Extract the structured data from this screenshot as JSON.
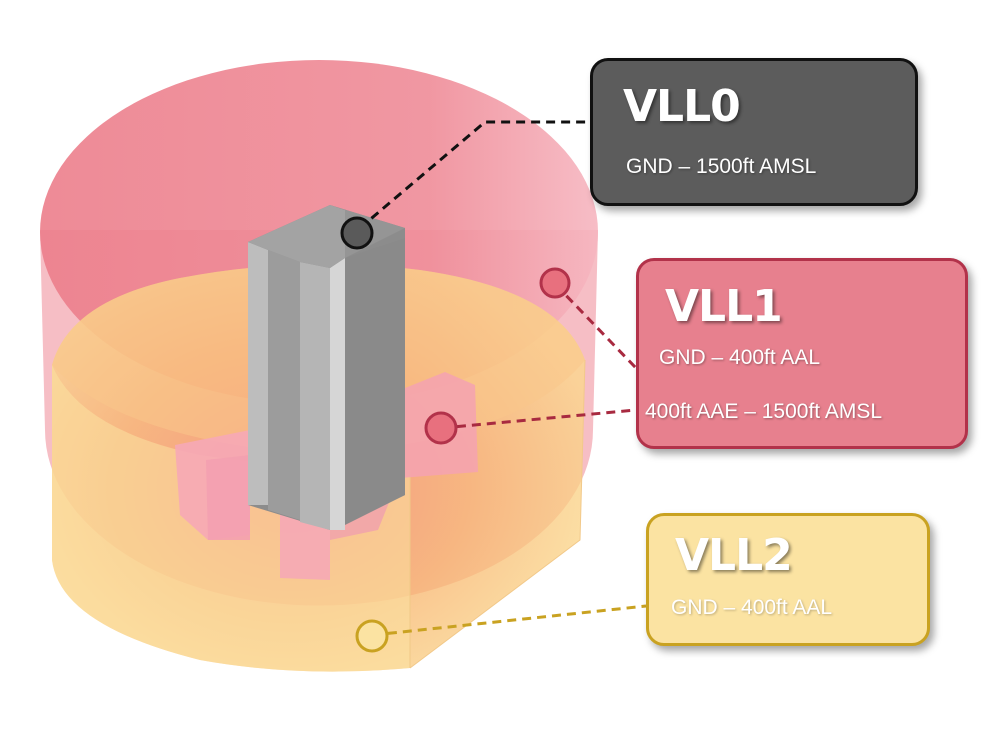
{
  "colors": {
    "vll0": "#5c5c5c",
    "vll0_border": "#111111",
    "vll1": "#e7808e",
    "vll1_border": "#b2324a",
    "vll2": "#fbe3a2",
    "vll2_border": "#c9a221",
    "building": "#9b9b9b"
  },
  "zones": [
    {
      "id": "vll0",
      "title": "VLL0",
      "lines": [
        "GND – 1500ft AMSL"
      ]
    },
    {
      "id": "vll1",
      "title": "VLL1",
      "lines": [
        "GND – 400ft AAL",
        "400ft AAE – 1500ft AMSL"
      ]
    },
    {
      "id": "vll2",
      "title": "VLL2",
      "lines": [
        "GND – 400ft AAL"
      ]
    }
  ]
}
